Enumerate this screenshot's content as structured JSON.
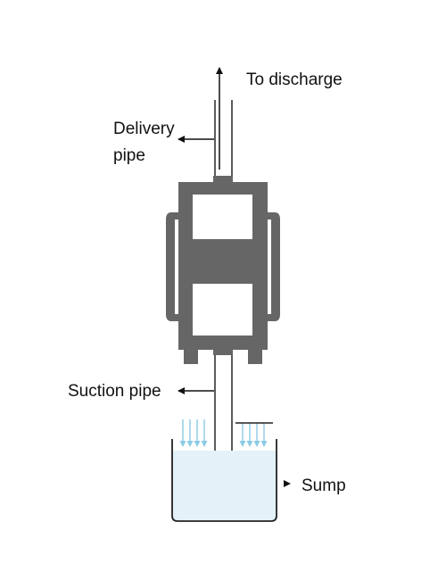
{
  "labels": {
    "discharge": "To discharge",
    "delivery_line1": "Delivery",
    "delivery_line2": "pipe",
    "suction": "Suction pipe",
    "sump": "Sump"
  },
  "colors": {
    "pump_body": "#666666",
    "pipe": "#333333",
    "water": "#e3f1f8",
    "flow_arrows": "#8ccbe6",
    "text": "#111111"
  }
}
